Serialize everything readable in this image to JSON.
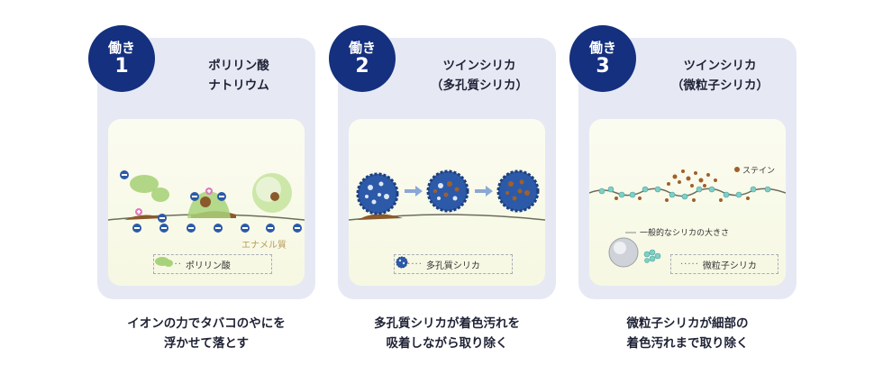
{
  "panels": [
    {
      "badge_label": "働き",
      "badge_number": "1",
      "title_lines": [
        "ポリリン酸",
        "ナトリウム"
      ],
      "illus_label": "エナメル質",
      "legend_label": "ポリリン酸",
      "caption_lines": [
        "イオンの力でタバコのやにを",
        "浮かせて落とす"
      ]
    },
    {
      "badge_label": "働き",
      "badge_number": "2",
      "title_lines": [
        "ツインシリカ",
        "（多孔質シリカ）"
      ],
      "legend_label": "多孔質シリカ",
      "caption_lines": [
        "多孔質シリカが着色汚れを",
        "吸着しながら取り除く"
      ]
    },
    {
      "badge_label": "働き",
      "badge_number": "3",
      "title_lines": [
        "ツインシリカ",
        "（微粒子シリカ）"
      ],
      "stain_label": "ステイン",
      "general_silica_label": "一般的なシリカの大きさ",
      "legend_label": "微粒子シリカ",
      "caption_lines": [
        "微粒子シリカが細部の",
        "着色汚れまで取り除く"
      ]
    }
  ],
  "colors": {
    "badge": "#14307e",
    "panel_bg": "#e6e9f4",
    "silica_blue": "#2c5aa8",
    "stain_brown": "#a0602a",
    "green": "#a8d27a"
  }
}
